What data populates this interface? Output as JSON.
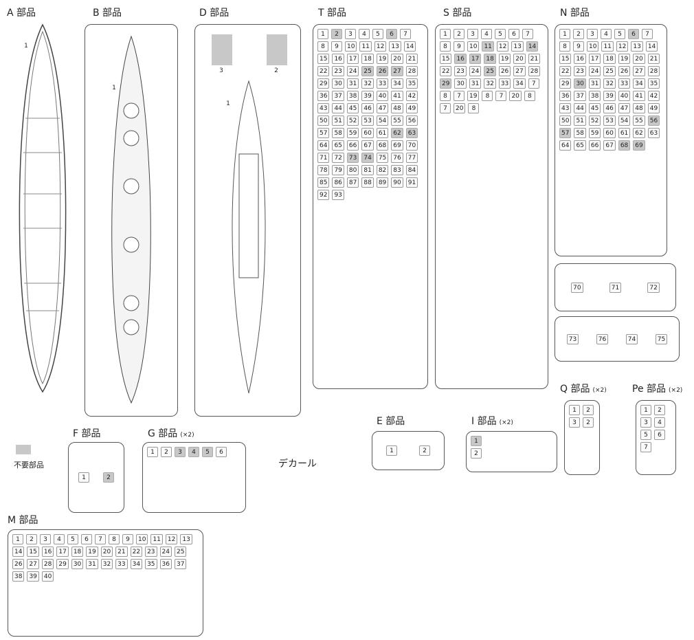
{
  "sprues": {
    "A": {
      "title": "A 部品",
      "parts": [
        "1"
      ]
    },
    "B": {
      "title": "B 部品",
      "parts": [
        "1"
      ]
    },
    "D": {
      "title": "D 部品",
      "parts": [
        "1",
        "2",
        "3"
      ],
      "unused": [
        "2",
        "3"
      ]
    },
    "T": {
      "title": "T 部品",
      "parts": [
        "1",
        "2",
        "3",
        "4",
        "5",
        "6",
        "7",
        "8",
        "9",
        "10",
        "11",
        "12",
        "13",
        "14",
        "15",
        "16",
        "17",
        "18",
        "19",
        "20",
        "21",
        "22",
        "23",
        "24",
        "25",
        "26",
        "27",
        "28",
        "29",
        "30",
        "31",
        "32",
        "33",
        "34",
        "35",
        "36",
        "37",
        "38",
        "39",
        "40",
        "41",
        "42",
        "43",
        "44",
        "45",
        "46",
        "47",
        "48",
        "49",
        "50",
        "51",
        "52",
        "53",
        "54",
        "55",
        "56",
        "57",
        "58",
        "59",
        "60",
        "61",
        "62",
        "63",
        "64",
        "65",
        "66",
        "67",
        "68",
        "69",
        "70",
        "71",
        "72",
        "73",
        "74",
        "75",
        "76",
        "77",
        "78",
        "79",
        "80",
        "81",
        "82",
        "83",
        "84",
        "85",
        "86",
        "87",
        "88",
        "89",
        "90",
        "91",
        "92",
        "93"
      ],
      "unused": [
        "2",
        "6",
        "25",
        "26",
        "27",
        "62",
        "63",
        "73",
        "74"
      ]
    },
    "S": {
      "title": "S 部品",
      "parts": [
        "1",
        "2",
        "3",
        "4",
        "5",
        "6",
        "7",
        "8",
        "9",
        "10",
        "11",
        "12",
        "13",
        "14",
        "15",
        "16",
        "17",
        "18",
        "19",
        "20",
        "21",
        "22",
        "23",
        "24",
        "25",
        "26",
        "27",
        "28",
        "29",
        "30",
        "31",
        "32",
        "33",
        "34",
        "7",
        "8",
        "7",
        "19",
        "8",
        "7",
        "20",
        "8",
        "7",
        "20",
        "8"
      ],
      "unused": [
        "11",
        "14",
        "16",
        "17",
        "18",
        "25",
        "29"
      ]
    },
    "N": {
      "title": "N 部品",
      "parts": [
        "1",
        "2",
        "3",
        "4",
        "5",
        "6",
        "7",
        "8",
        "9",
        "10",
        "11",
        "12",
        "13",
        "14",
        "15",
        "16",
        "17",
        "18",
        "19",
        "20",
        "21",
        "22",
        "23",
        "24",
        "25",
        "26",
        "27",
        "28",
        "29",
        "30",
        "31",
        "32",
        "33",
        "34",
        "35",
        "36",
        "37",
        "38",
        "39",
        "40",
        "41",
        "42",
        "43",
        "44",
        "45",
        "46",
        "47",
        "48",
        "49",
        "50",
        "51",
        "52",
        "53",
        "54",
        "55",
        "56",
        "57",
        "58",
        "59",
        "60",
        "61",
        "62",
        "63",
        "64",
        "65",
        "66",
        "67",
        "68",
        "69"
      ],
      "unused": [
        "6",
        "30",
        "56",
        "57",
        "68",
        "69"
      ]
    },
    "N2": {
      "parts": [
        "70",
        "71",
        "72"
      ]
    },
    "N3": {
      "parts": [
        "73",
        "76",
        "74",
        "75"
      ]
    },
    "Q": {
      "title": "Q 部品",
      "qty": "(×2)",
      "parts": [
        "1",
        "2",
        "3",
        "2"
      ]
    },
    "Pe": {
      "title": "Pe 部品",
      "qty": "(×2)",
      "parts": [
        "1",
        "2",
        "3",
        "4",
        "5",
        "6",
        "7"
      ]
    },
    "E": {
      "title": "E 部品",
      "parts": [
        "1",
        "2"
      ]
    },
    "I": {
      "title": "I 部品",
      "qty": "(×2)",
      "parts": [
        "1",
        "2"
      ],
      "unused": [
        "1"
      ]
    },
    "F": {
      "title": "F 部品",
      "parts": [
        "1",
        "2"
      ],
      "unused": [
        "2"
      ]
    },
    "G": {
      "title": "G 部品",
      "qty": "(×2)",
      "parts": [
        "1",
        "2",
        "3",
        "4",
        "5",
        "6"
      ],
      "unused": [
        "3",
        "4",
        "5"
      ]
    },
    "M": {
      "title": "M 部品",
      "parts": [
        "1",
        "2",
        "3",
        "4",
        "5",
        "6",
        "7",
        "8",
        "9",
        "10",
        "11",
        "12",
        "13",
        "14",
        "15",
        "16",
        "17",
        "18",
        "19",
        "20",
        "21",
        "22",
        "23",
        "24",
        "25",
        "26",
        "27",
        "28",
        "29",
        "30",
        "31",
        "32",
        "33",
        "34",
        "35",
        "36",
        "37",
        "38",
        "39",
        "40"
      ]
    }
  },
  "legend": {
    "unused_label": "不要部品",
    "unused_color": "#c8c8c8"
  },
  "decal_label": "デカール"
}
